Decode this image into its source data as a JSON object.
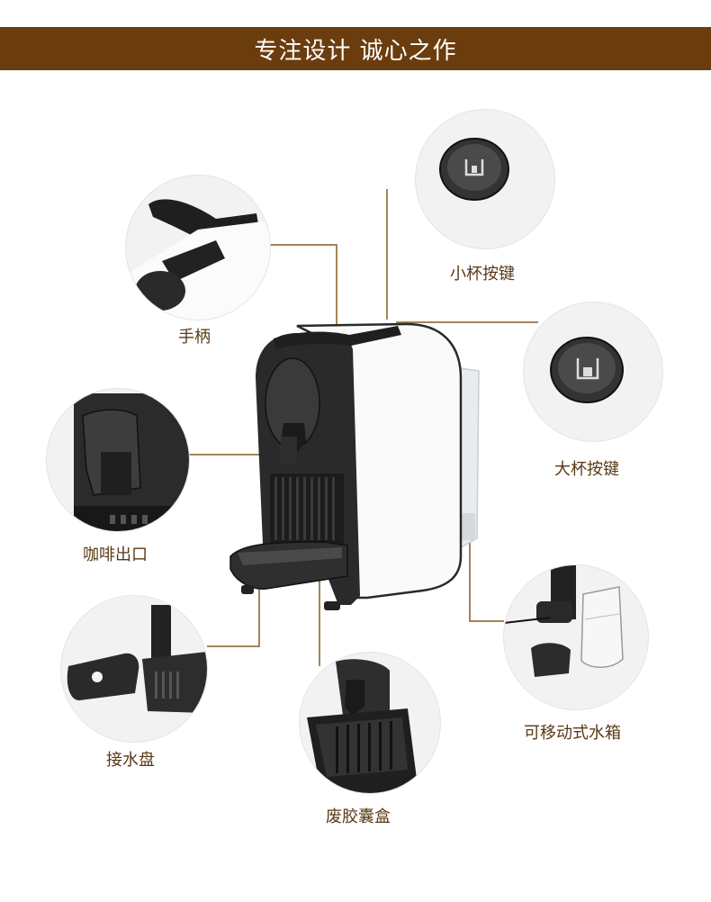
{
  "header": {
    "title": "专注设计 诚心之作"
  },
  "callouts": {
    "handle": "手柄",
    "small_cup_button": "小杯按键",
    "coffee_outlet": "咖啡出口",
    "large_cup_button": "大杯按键",
    "drip_tray": "接水盘",
    "removable_water_tank": "可移动式水箱",
    "capsule_waste_box": "废胶囊盒"
  },
  "colors": {
    "banner": "#6b3d0e",
    "leader_line": "#8a5a22",
    "machine_black": "#2a2a2a",
    "machine_white": "#fafafa"
  }
}
